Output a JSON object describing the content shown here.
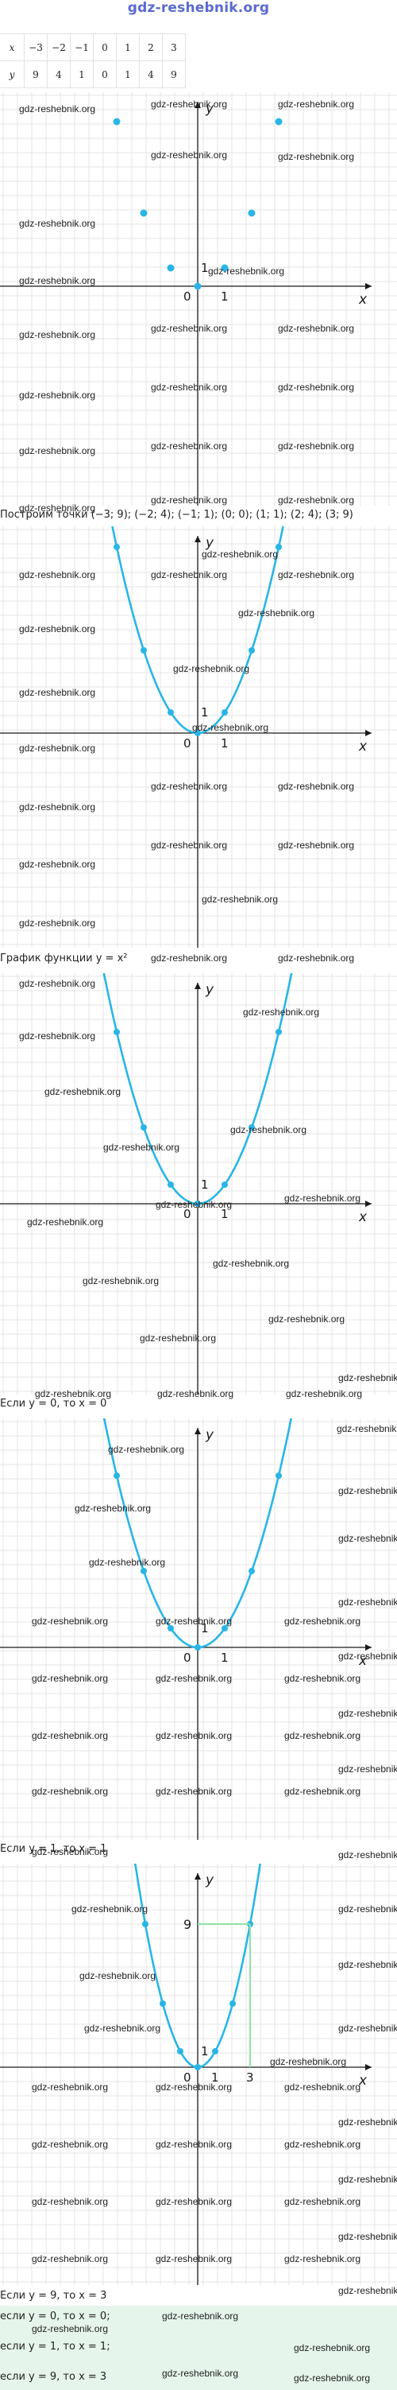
{
  "header": {
    "site": "gdz-reshebnik.org"
  },
  "table": {
    "x_label": "x",
    "y_label": "y",
    "x_values": [
      "−3",
      "−2",
      "−1",
      "0",
      "1",
      "2",
      "3"
    ],
    "y_values": [
      "9",
      "4",
      "1",
      "0",
      "1",
      "4",
      "9"
    ]
  },
  "axis": {
    "x": "x",
    "y": "y",
    "zero": "0",
    "one_x": "1",
    "one_y": "1"
  },
  "captions": {
    "c1": "Построим точки (−3; 9); (−2; 4); (−1; 1); (0; 0); (1; 1); (2; 4); (3; 9)",
    "c2": "График функции y = x²",
    "c3": "Если y = 0, то x = 0",
    "c4": "Если y = 1, то x = 1",
    "c5": "Если y = 9, то x = 3"
  },
  "panel5": {
    "y_mark": "9",
    "x_mark": "3"
  },
  "answers": {
    "a1": "если y = 0, то x = 0;",
    "a2": "если y = 1, то x = 1;",
    "a3": "если y = 9, то x = 3"
  },
  "watermark": "gdz-reshebnik.org",
  "colors": {
    "curve": "#29b6e6",
    "point": "#29b6e6",
    "axis": "#1a1a1a",
    "grid": "#e4e4e4",
    "guide": "#8fe0a8",
    "answer_bg": "#e6f5ec"
  },
  "chart_data": [
    {
      "type": "scatter",
      "x": [
        -3,
        -2,
        -1,
        0,
        1,
        2,
        3
      ],
      "y": [
        9,
        4,
        1,
        0,
        1,
        4,
        9
      ]
    },
    {
      "type": "line",
      "function": "y = x^2",
      "points": {
        "x": [
          -3,
          -2,
          -1,
          0,
          1,
          2,
          3
        ],
        "y": [
          9,
          4,
          1,
          0,
          1,
          4,
          9
        ]
      }
    },
    {
      "type": "line",
      "function": "y = x^2",
      "highlight": {
        "x": 0,
        "y": 0
      }
    },
    {
      "type": "line",
      "function": "y = x^2",
      "highlight": {
        "x": 1,
        "y": 1
      }
    },
    {
      "type": "line",
      "function": "y = x^2",
      "highlight": {
        "x": 3,
        "y": 9
      }
    }
  ]
}
